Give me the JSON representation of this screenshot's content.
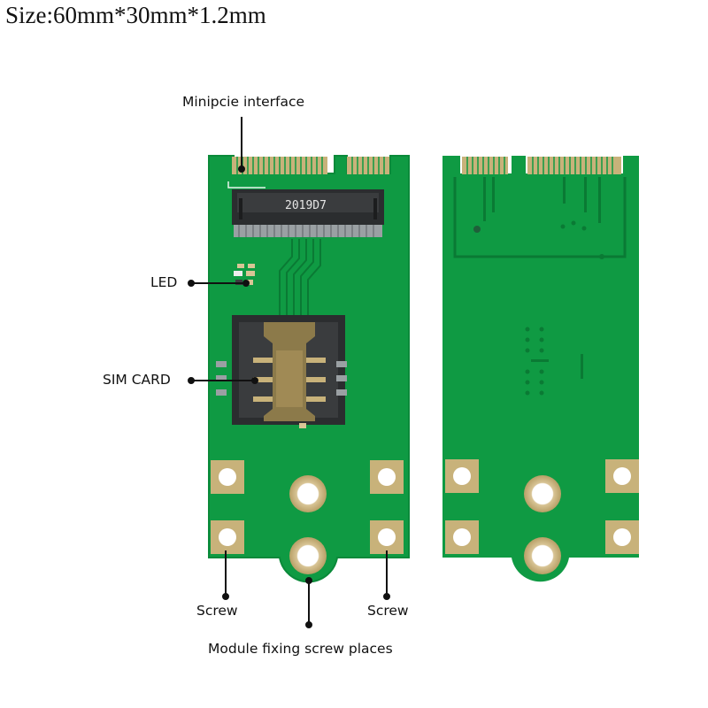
{
  "header": {
    "size_label": "Size:60mm*30mm*1.2mm"
  },
  "callouts": {
    "minipcie": "Minipcie  interface",
    "led": "LED",
    "sim_card": "SIM CARD",
    "screw_left": "Screw",
    "screw_right": "Screw",
    "module_fixing": "Module fixing screw places"
  },
  "components": {
    "socket_marking": "2019D7"
  },
  "colors": {
    "pcb_green": "#0f9a43",
    "pcb_dark_trace": "#0a7a34",
    "gold_pad": "#c8b27a",
    "socket_black": "#2b2d2f",
    "leader_line": "#111111"
  }
}
